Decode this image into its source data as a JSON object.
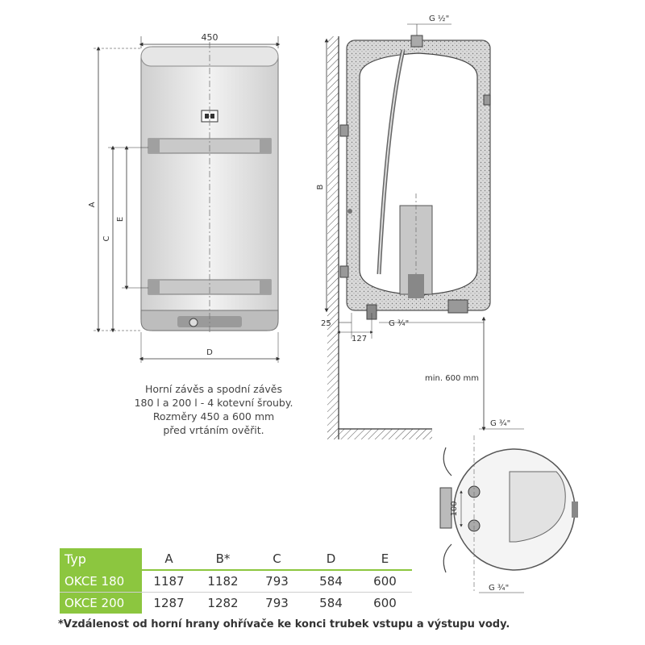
{
  "front_view": {
    "width_label": "450",
    "dim_a": "A",
    "dim_c": "C",
    "dim_e": "E",
    "dim_d": "D"
  },
  "side_view": {
    "top_pipe": "G ½\"",
    "dim_b": "B",
    "bottom_pipe": "G ¾\"",
    "wall_gap": "25",
    "offset": "127",
    "min_clearance": "min. 600 mm"
  },
  "bottom_view": {
    "pipe_top": "G ¾\"",
    "pipe_spacing": "100",
    "pipe_bottom": "G ¾\""
  },
  "note": {
    "lines": [
      "Horní závěs a spodní závěs",
      "180 l a 200 l - 4 kotevní šrouby.",
      "Rozměry 450 a 600 mm",
      "před vrtáním ověřit."
    ]
  },
  "table": {
    "headers": [
      "Typ",
      "A",
      "B*",
      "C",
      "D",
      "E"
    ],
    "rows": [
      [
        "OKCE 180",
        "1187",
        "1182",
        "793",
        "584",
        "600"
      ],
      [
        "OKCE 200",
        "1287",
        "1282",
        "793",
        "584",
        "600"
      ]
    ],
    "accent_color": "#8cc63f"
  },
  "footnote": "*Vzdálenost od horní hrany ohřívače ke konci trubek vstupu a výstupu vody."
}
